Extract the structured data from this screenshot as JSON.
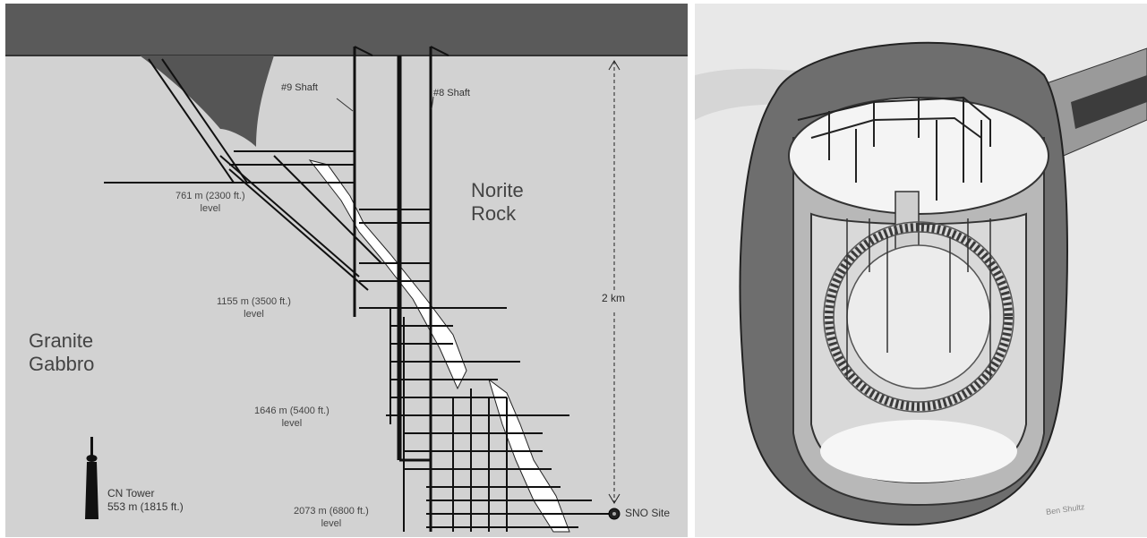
{
  "left_diagram": {
    "shafts": {
      "shaft_9": "#9 Shaft",
      "shaft_8": "#8 Shaft"
    },
    "rocks": {
      "norite": [
        "Norite",
        "Rock"
      ],
      "granite": [
        "Granite",
        "Gabbro"
      ]
    },
    "depth_span": "2 km",
    "levels": [
      {
        "depth": "761 m (2300 ft.)",
        "word": "level"
      },
      {
        "depth": "1155 m (3500 ft.)",
        "word": "level"
      },
      {
        "depth": "1646 m (5400 ft.)",
        "word": "level"
      },
      {
        "depth": "2073 m (6800 ft.)",
        "word": "level"
      }
    ],
    "tower": {
      "name": "CN Tower",
      "height": "553 m (1815 ft.)"
    },
    "site": "SNO Site"
  },
  "right_illustration": {
    "signature": "Ben Shultz"
  },
  "colors": {
    "left_background": "#d2d2d2",
    "surface_band": "#555555",
    "ore_body": "#555555",
    "lines": "#111111",
    "cavity_bg": "#ececec"
  }
}
